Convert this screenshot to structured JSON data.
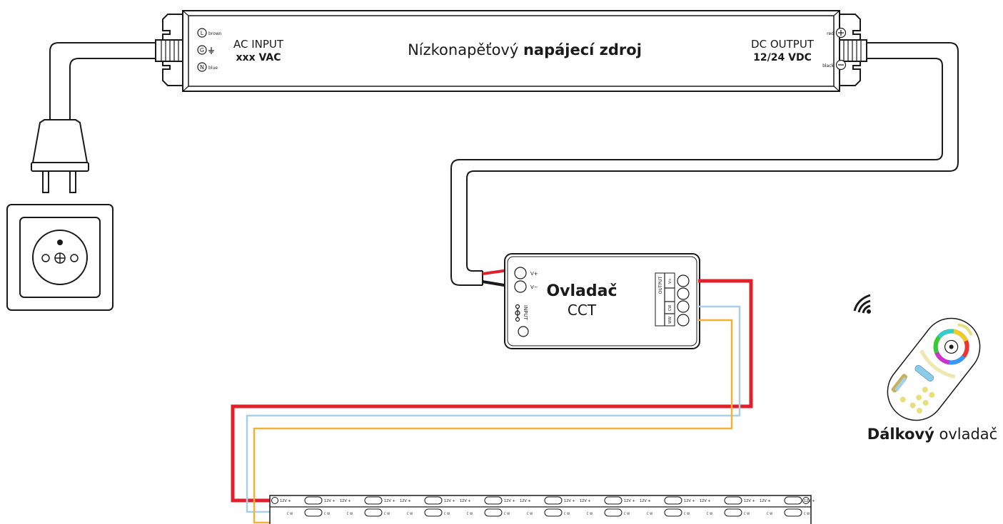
{
  "psu": {
    "title_regular": "Nízkonapěťový ",
    "title_bold": "napájecí zdroj",
    "ac_label": "AC INPUT",
    "ac_value": "xxx VAC",
    "dc_label": "DC OUTPUT",
    "dc_value": "12/24 VDC",
    "pin_l": "L",
    "pin_l_color": "brown",
    "pin_g": "G",
    "pin_n": "N",
    "pin_n_color": "blue",
    "out_pos_color": "red",
    "out_neg_color": "black"
  },
  "controller": {
    "name_bold": "Ovladač",
    "name_regular": "CCT",
    "vplus": "V+",
    "vminus": "V−",
    "input_label": "INPUT",
    "output_label": "OUTPUT",
    "out_v": "V+",
    "out_cw": "CW",
    "out_ww": "WW"
  },
  "remote": {
    "label_bold": "Dálkový",
    "label_regular": " ovladač"
  },
  "strip": {
    "top_label": "12V +",
    "bottom_label": "C W"
  },
  "colors": {
    "red_wire": "#e0202a",
    "cw_wire": "#a9cfe8",
    "ww_wire": "#f5b038",
    "line": "#1a1a1a"
  }
}
